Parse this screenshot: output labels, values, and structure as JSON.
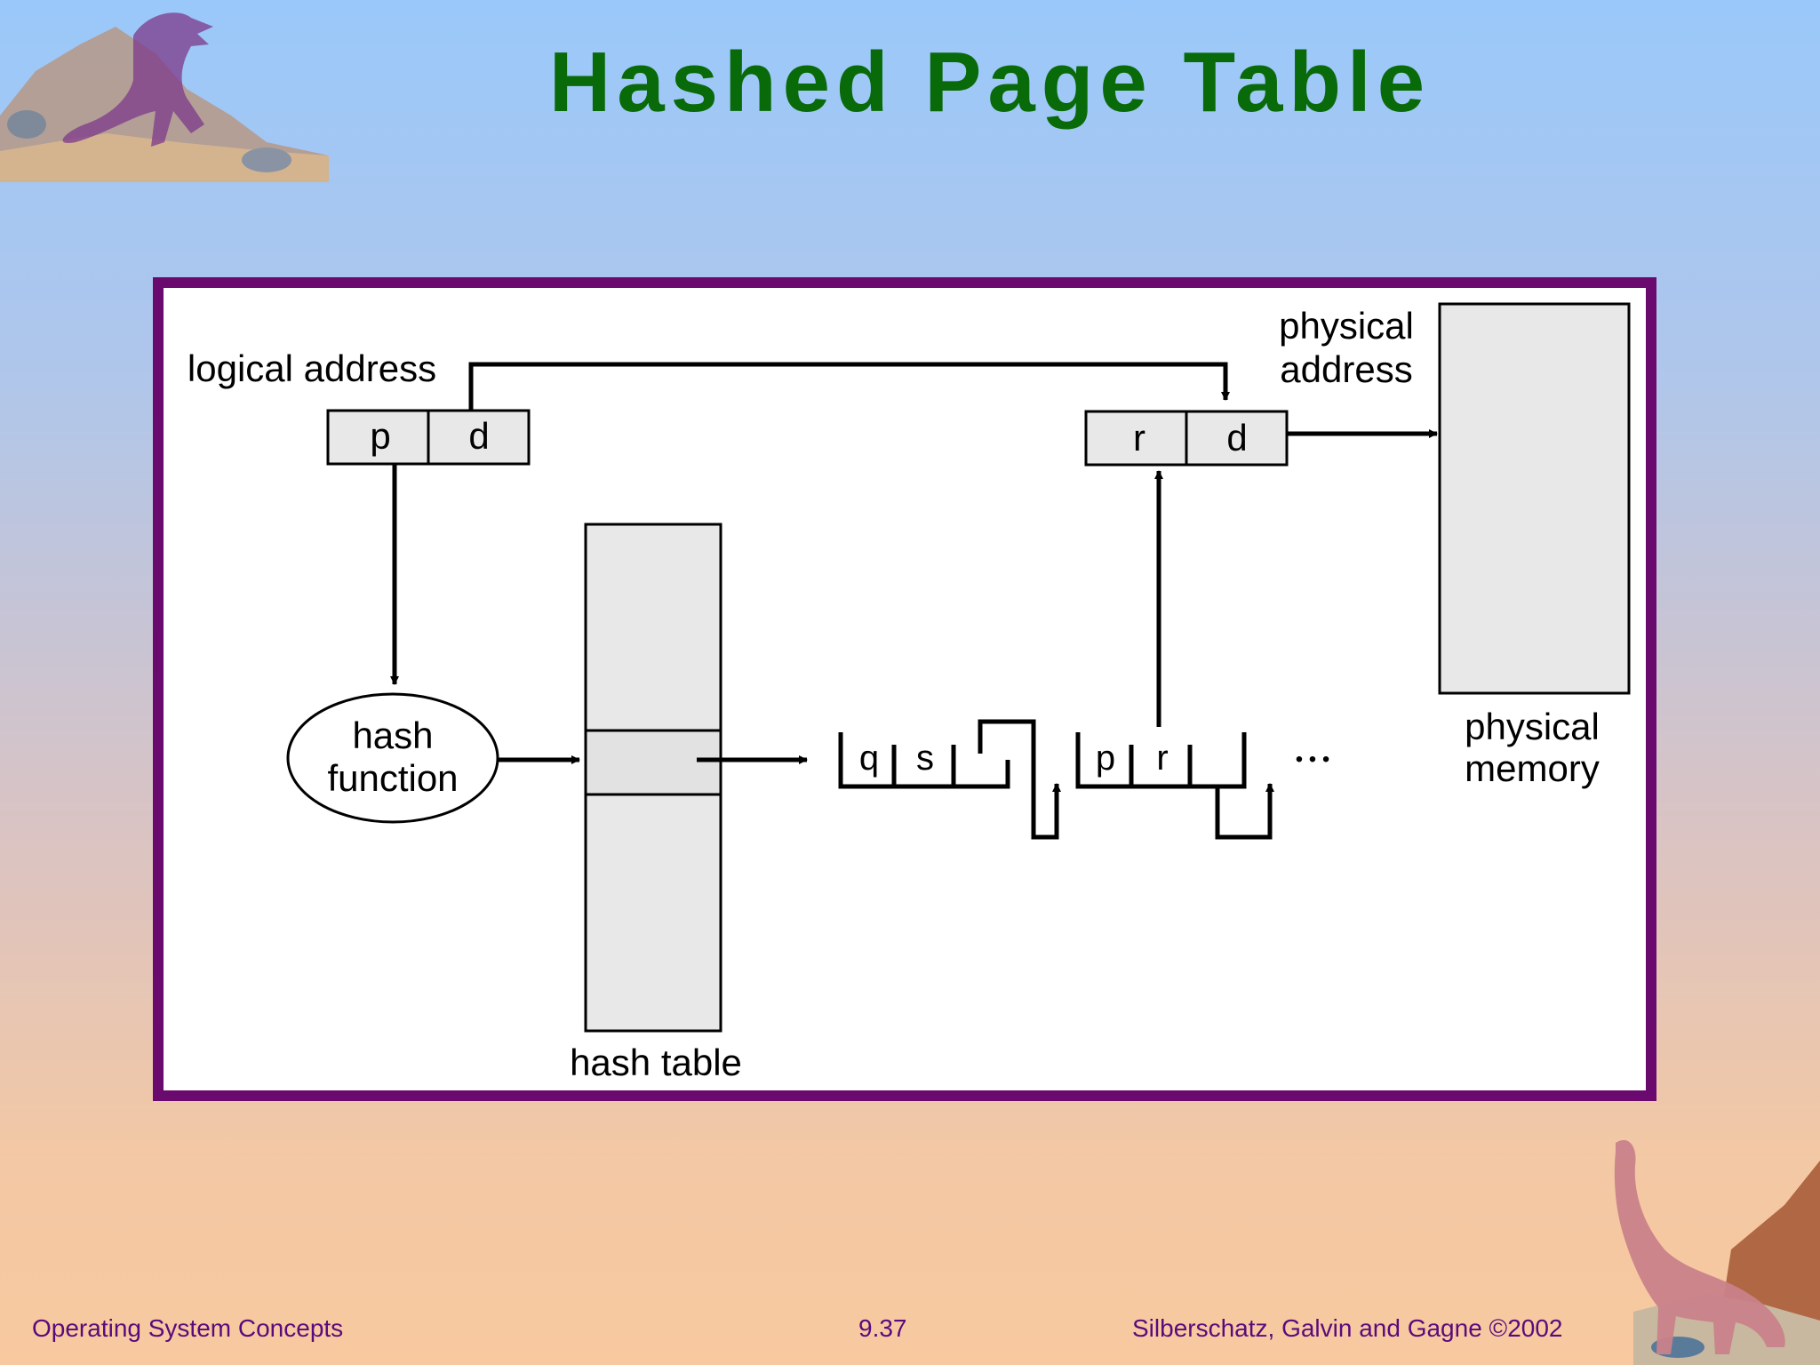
{
  "slide": {
    "title": "Hashed Page Table"
  },
  "diagram": {
    "logical_address": {
      "label": "logical address",
      "fields": [
        "p",
        "d"
      ]
    },
    "physical_address": {
      "label_line1": "physical",
      "label_line2": "address",
      "fields": [
        "r",
        "d"
      ]
    },
    "hash_function": {
      "line1": "hash",
      "line2": "function"
    },
    "hash_table": {
      "label": "hash table"
    },
    "chain": {
      "node1": {
        "fields": [
          "q",
          "s"
        ]
      },
      "node2": {
        "fields": [
          "p",
          "r"
        ]
      },
      "continuation": "• • •"
    },
    "physical_memory": {
      "line1": "physical",
      "line2": "memory"
    }
  },
  "footer": {
    "left": "Operating System Concepts",
    "center": "9.37",
    "right": "Silberschatz, Galvin and  Gagne ©2002"
  },
  "colors": {
    "title": "#086a08",
    "frame": "#6a0a6e",
    "footer_text": "#5a0a7c",
    "box_fill": "#e8e8e8"
  }
}
